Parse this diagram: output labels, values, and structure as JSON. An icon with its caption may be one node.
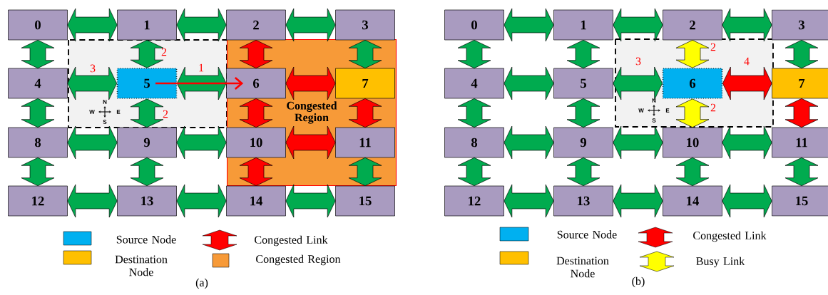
{
  "diagram": {
    "nodes": [
      {
        "text": [
          "Congested Region"
        ]
      },
      {
        "text": [
          "0"
        ]
      },
      {
        "text": [
          "1"
        ]
      },
      {
        "text": [
          "2"
        ]
      },
      {
        "text": [
          "3"
        ]
      },
      {
        "text": [
          "4"
        ]
      },
      {
        "text": [
          "5"
        ]
      },
      {
        "text": [
          "6"
        ],
        "in": 0
      },
      {
        "text": [
          "7"
        ],
        "in": 0
      },
      {
        "text": [
          "8"
        ]
      },
      {
        "text": [
          "9"
        ]
      },
      {
        "text": [
          "10"
        ],
        "in": 0
      },
      {
        "text": [
          "11"
        ],
        "in": 0
      },
      {
        "text": [
          "12"
        ]
      },
      {
        "text": [
          "13"
        ]
      },
      {
        "text": [
          "14"
        ]
      },
      {
        "text": [
          "15"
        ]
      },
      {
        "text": [
          "0"
        ]
      },
      {
        "text": [
          "1"
        ]
      },
      {
        "text": [
          "2"
        ]
      },
      {
        "text": [
          "3"
        ]
      },
      {
        "text": [
          "4"
        ]
      },
      {
        "text": [
          "5"
        ]
      },
      {
        "text": [
          "6"
        ]
      },
      {
        "text": [
          "7"
        ]
      },
      {
        "text": [
          "8"
        ]
      },
      {
        "text": [
          "9"
        ]
      },
      {
        "text": [
          "10"
        ]
      },
      {
        "text": [
          "11"
        ]
      },
      {
        "text": [
          "12"
        ]
      },
      {
        "text": [
          "13"
        ]
      },
      {
        "text": [
          "14"
        ]
      },
      {
        "text": [
          "15"
        ]
      }
    ],
    "edges": [
      {
        "from": 1,
        "to": 2,
        "arrow": "both",
        "style": "thick"
      },
      {
        "from": 2,
        "to": 3,
        "arrow": "both",
        "style": "thick"
      },
      {
        "from": 3,
        "to": 4,
        "arrow": "both",
        "style": "thick"
      },
      {
        "from": 1,
        "to": 5,
        "arrow": "both",
        "style": "thick"
      },
      {
        "from": 2,
        "to": 6,
        "arrow": "both",
        "style": "thick"
      },
      {
        "from": 3,
        "to": 7,
        "arrow": "both",
        "style": "thick",
        "color": "#ff0000"
      },
      {
        "from": 4,
        "to": 8,
        "arrow": "both",
        "style": "thick"
      },
      {
        "from": 5,
        "to": 6,
        "arrow": "both",
        "style": "thick"
      },
      {
        "from": 6,
        "to": 7,
        "arrow": "both",
        "style": "thick"
      },
      {
        "from": 7,
        "to": 8,
        "arrow": "both",
        "style": "thick",
        "color": "#ff0000"
      },
      {
        "from": 5,
        "to": 9,
        "arrow": "both",
        "style": "thick"
      },
      {
        "from": 6,
        "to": 10,
        "arrow": "both",
        "style": "thick"
      },
      {
        "from": 7,
        "to": 11,
        "arrow": "both",
        "style": "thick",
        "color": "#ff0000"
      },
      {
        "from": 8,
        "to": 12,
        "arrow": "both",
        "style": "thick",
        "color": "#ff0000"
      },
      {
        "from": 9,
        "to": 10,
        "arrow": "both",
        "style": "thick"
      },
      {
        "from": 10,
        "to": 11,
        "arrow": "both",
        "style": "thick"
      },
      {
        "from": 11,
        "to": 12,
        "arrow": "both",
        "style": "thick",
        "color": "#ff0000"
      },
      {
        "from": 9,
        "to": 13,
        "arrow": "both",
        "style": "thick"
      },
      {
        "from": 10,
        "to": 14,
        "arrow": "both",
        "style": "thick"
      },
      {
        "from": 11,
        "to": 15,
        "arrow": "both",
        "style": "thick",
        "color": "#ff0000"
      },
      {
        "from": 12,
        "to": 16,
        "arrow": "both",
        "style": "thick"
      },
      {
        "from": 13,
        "to": 14,
        "arrow": "both",
        "style": "thick"
      },
      {
        "from": 14,
        "to": 15,
        "arrow": "both",
        "style": "thick"
      },
      {
        "from": 15,
        "to": 16,
        "arrow": "both",
        "style": "thick"
      },
      {
        "from": 6,
        "to": 7,
        "arrow": "to",
        "color": "#ff0000"
      },
      {
        "from": 17,
        "to": 18,
        "arrow": "both",
        "style": "thick"
      },
      {
        "from": 18,
        "to": 19,
        "arrow": "both",
        "style": "thick"
      },
      {
        "from": 19,
        "to": 20,
        "arrow": "both",
        "style": "thick"
      },
      {
        "from": 17,
        "to": 21,
        "arrow": "both",
        "style": "thick"
      },
      {
        "from": 18,
        "to": 22,
        "arrow": "both",
        "style": "thick"
      },
      {
        "from": 19,
        "to": 23,
        "arrow": "both",
        "style": "thick",
        "color": "#ffff00"
      },
      {
        "from": 20,
        "to": 24,
        "arrow": "both",
        "style": "thick"
      },
      {
        "from": 21,
        "to": 22,
        "arrow": "both",
        "style": "thick"
      },
      {
        "from": 22,
        "to": 23,
        "arrow": "both",
        "style": "thick"
      },
      {
        "from": 23,
        "to": 24,
        "arrow": "both",
        "style": "thick",
        "color": "#ff0000"
      },
      {
        "from": 21,
        "to": 25,
        "arrow": "both",
        "style": "thick"
      },
      {
        "from": 22,
        "to": 26,
        "arrow": "both",
        "style": "thick"
      },
      {
        "from": 23,
        "to": 27,
        "arrow": "both",
        "style": "thick",
        "color": "#ffff00"
      },
      {
        "from": 24,
        "to": 28,
        "arrow": "both",
        "style": "thick",
        "color": "#ff0000"
      },
      {
        "from": 25,
        "to": 26,
        "arrow": "both",
        "style": "thick"
      },
      {
        "from": 26,
        "to": 27,
        "arrow": "both",
        "style": "thick"
      },
      {
        "from": 27,
        "to": 28,
        "arrow": "both",
        "style": "thick"
      },
      {
        "from": 25,
        "to": 29,
        "arrow": "both",
        "style": "thick"
      },
      {
        "from": 26,
        "to": 30,
        "arrow": "both",
        "style": "thick"
      },
      {
        "from": 27,
        "to": 31,
        "arrow": "both",
        "style": "thick"
      },
      {
        "from": 28,
        "to": 32,
        "arrow": "both",
        "style": "thick"
      },
      {
        "from": 29,
        "to": 30,
        "arrow": "both",
        "style": "thick"
      },
      {
        "from": 30,
        "to": 31,
        "arrow": "both",
        "style": "thick"
      },
      {
        "from": 31,
        "to": 32,
        "arrow": "both",
        "style": "thick"
      }
    ],
    "labels": [
      "2",
      "3",
      "1",
      "N",
      "W",
      "E",
      "S",
      "2",
      "2",
      "3",
      "4",
      "N",
      "W",
      "E",
      "S",
      "2",
      "(a)",
      "(b)"
    ],
    "legend": [
      {
        "text": "Source Node",
        "color": "#00b0f0"
      },
      {
        "text": "Destination Node",
        "color": "#ffc000"
      },
      {
        "text": "Congested Link"
      },
      {
        "text": "Congested Region",
        "color": "#f79a38"
      },
      {
        "text": "Source Node",
        "color": "#00b0f0"
      },
      {
        "text": "Destination Node",
        "color": "#ffc000"
      },
      {
        "text": "Congested Link"
      },
      {
        "text": "Busy Link"
      }
    ]
  }
}
